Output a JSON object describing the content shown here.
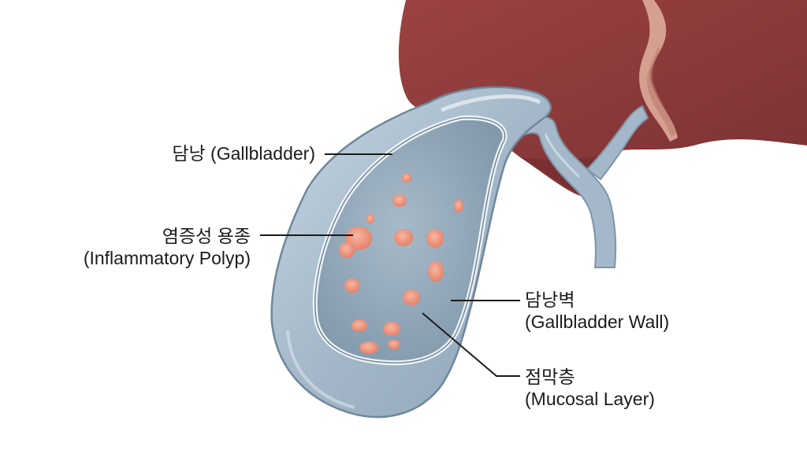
{
  "labels": {
    "gallbladder": {
      "line1": "담낭 (Gallbladder)"
    },
    "polyp": {
      "line1": "염증성 용종",
      "line2": "(Inflammatory Polyp)"
    },
    "wall": {
      "line1": "담낭벽",
      "line2": "(Gallbladder Wall)"
    },
    "mucosa": {
      "line1": "점막층",
      "line2": "(Mucosal Layer)"
    }
  },
  "colors": {
    "liver": "#8e3a3a",
    "liver_shadow": "#6f2a2c",
    "ligament": "#d49a8c",
    "wall_outer": "#a9bccd",
    "wall_highlight": "#dbe6ee",
    "lumen": "#8fa6b8",
    "polyp": "#f2a58f",
    "polyp_core": "#e9806a",
    "leader": "#1b1b1b"
  },
  "icons": [
    "gallbladder-illustration",
    "liver-illustration"
  ]
}
